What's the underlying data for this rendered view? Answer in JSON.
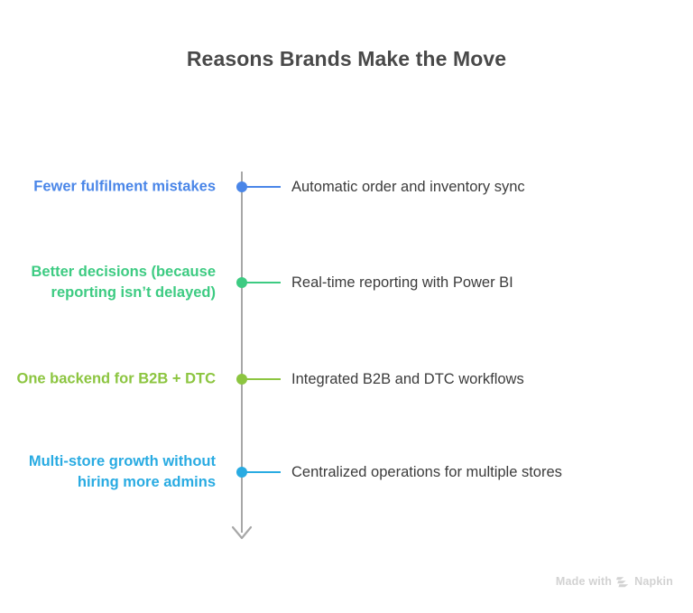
{
  "title": "Reasons Brands Make the Move",
  "colors": {
    "title": "#494949",
    "axis": "#a7a7a7",
    "right_text": "#3c3c3c",
    "watermark": "#d2d2d2",
    "background": "#ffffff"
  },
  "timeline": {
    "items": [
      {
        "left_label": "Fewer fulfilment mistakes",
        "right_label": "Automatic order and inventory sync",
        "color": "#4a86e8",
        "dot_name": "timeline-dot-1"
      },
      {
        "left_label": "Better decisions (because reporting isn’t delayed)",
        "right_label": "Real-time reporting with Power BI",
        "color": "#3dcb82",
        "dot_name": "timeline-dot-2"
      },
      {
        "left_label": "One backend for B2B + DTC",
        "right_label": "Integrated B2B and DTC workflows",
        "color": "#8cc540",
        "dot_name": "timeline-dot-3"
      },
      {
        "left_label": "Multi-store growth without hiring more admins",
        "right_label": "Centralized operations for multiple stores",
        "color": "#29abe2",
        "dot_name": "timeline-dot-4"
      }
    ]
  },
  "watermark": {
    "text": "Made with",
    "brand": "Napkin",
    "logo_icon": "napkin-logo-icon"
  }
}
